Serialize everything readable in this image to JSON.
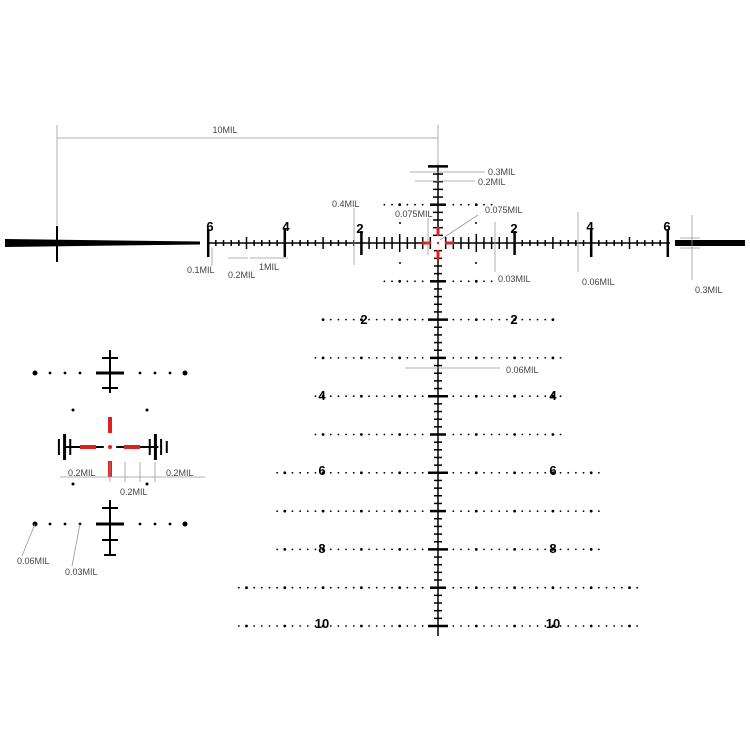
{
  "colors": {
    "reticle": "#000000",
    "center": "#e0201c",
    "dimension": "#999999"
  },
  "main": {
    "hold_labels_left": [
      "2",
      "4",
      "6"
    ],
    "hold_labels_right": [
      "2",
      "4",
      "6"
    ],
    "vertical_labels": [
      "2",
      "4",
      "6",
      "8",
      "10"
    ],
    "annotations": {
      "top_span": "10MIL",
      "top_bar_outer": "0.3MIL",
      "top_bar_inner": "0.2MIL",
      "post_height": "0.4MIL",
      "center_gap_left": "0.075MIL",
      "center_gap_right": "0.075MIL",
      "tick_small": "0.1MIL",
      "tick_spacing": "0.2MIL",
      "tick_major": "1MIL",
      "dot_size_right": "0.03MIL",
      "dot_size_far": "0.06MIL",
      "thick_bar": "0.3MIL",
      "vertical_line": "0.06MIL"
    }
  },
  "inset": {
    "annotations": {
      "left": "0.2MIL",
      "middle": "0.2MIL",
      "right": "0.2MIL",
      "big_dot": "0.06MIL",
      "small_dot": "0.03MIL"
    }
  }
}
